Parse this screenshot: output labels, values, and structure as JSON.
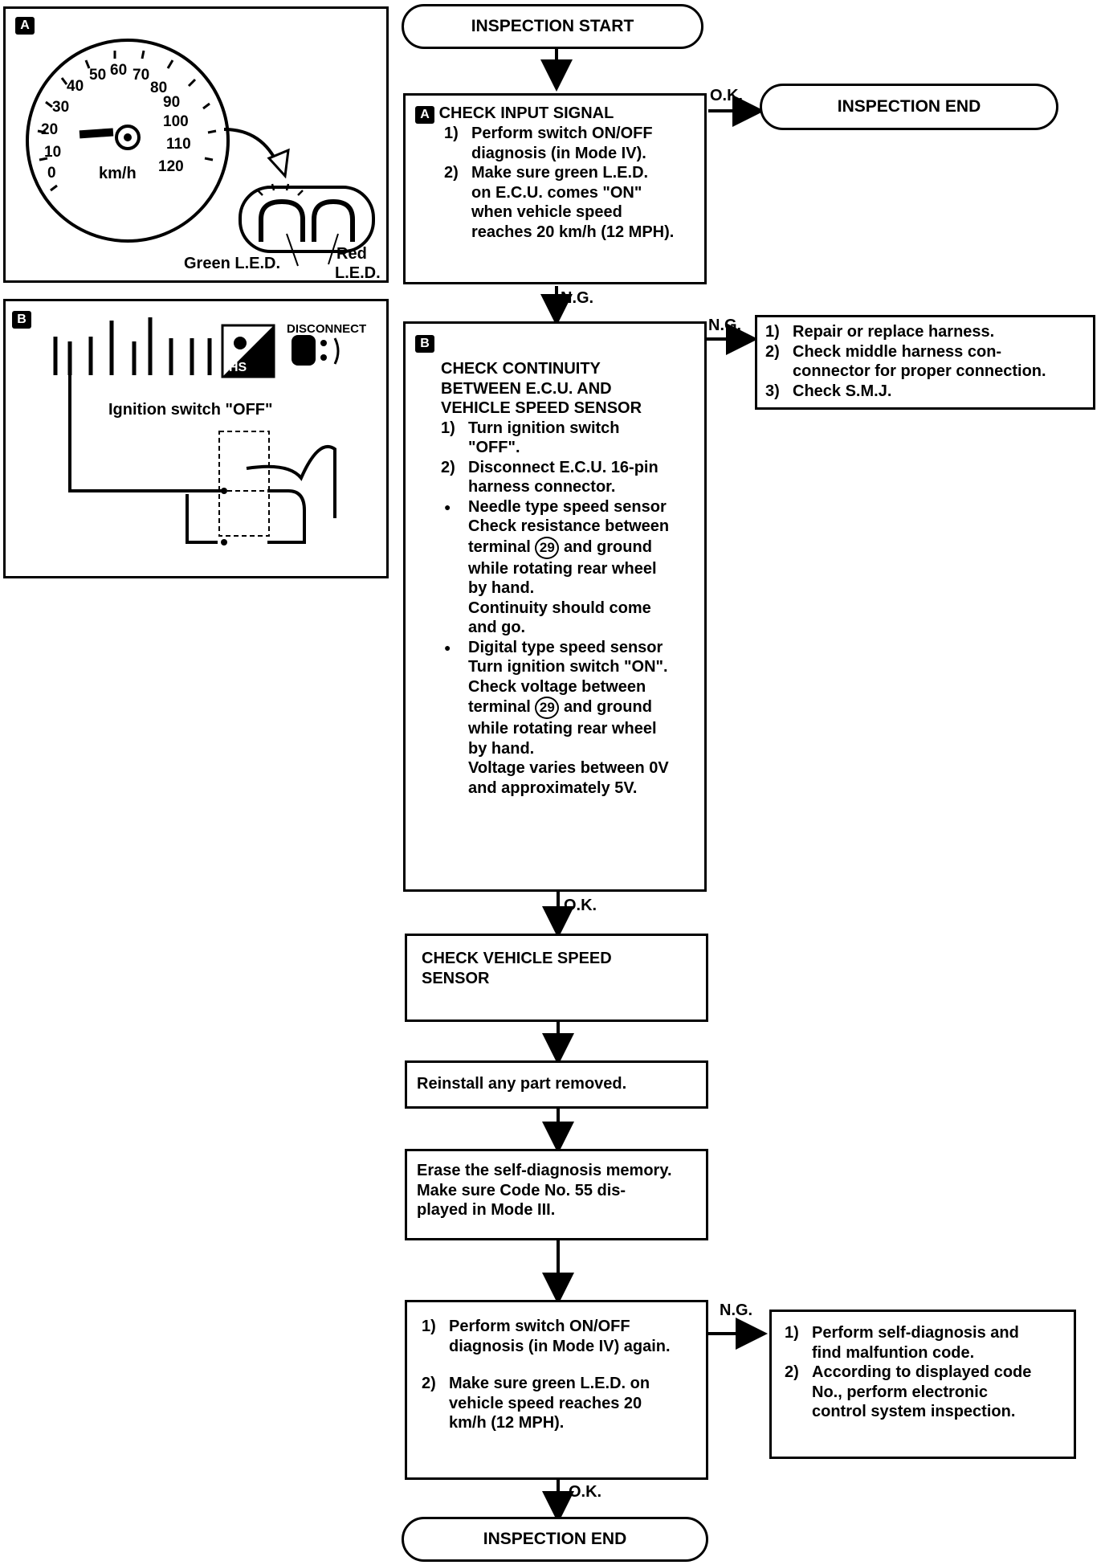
{
  "flow": {
    "start": "INSPECTION START",
    "end_top": "INSPECTION END",
    "end_bottom": "INSPECTION END",
    "ok": "O.K.",
    "ng": "N.G.",
    "step_a": {
      "badge": "A",
      "title": "CHECK INPUT SIGNAL",
      "items": [
        {
          "num": "1)",
          "lines": [
            "Perform switch ON/OFF",
            "diagnosis (in Mode IV)."
          ]
        },
        {
          "num": "2)",
          "lines": [
            "Make sure green L.E.D.",
            "on E.C.U. comes \"ON\"",
            "when vehicle speed",
            "reaches 20 km/h (12 MPH)."
          ]
        }
      ]
    },
    "step_b": {
      "badge": "B",
      "title_lines": [
        "CHECK CONTINUITY",
        "BETWEEN E.C.U. AND",
        "VEHICLE SPEED SENSOR"
      ],
      "item1": {
        "num": "1)",
        "lines": [
          "Turn ignition switch",
          " \"OFF\"."
        ]
      },
      "item2": {
        "num": "2)",
        "lines": [
          "Disconnect E.C.U. 16-pin",
          "harness connector."
        ]
      },
      "bullet1": {
        "bullet": "●",
        "line1": "Needle type speed sensor",
        "line2": "Check resistance between",
        "line3a": "terminal",
        "terminal": "29",
        "line3b": "and ground",
        "line4": "while rotating rear wheel",
        "line5": "by hand.",
        "line6": "Continuity should come",
        "line7": "and go."
      },
      "bullet2": {
        "bullet": "●",
        "line1": "Digital type speed sensor",
        "line2": "Turn ignition switch \"ON\".",
        "line3": "Check voltage between",
        "line4a": "terminal",
        "terminal": "29",
        "line4b": "and ground",
        "line5": "while rotating rear wheel",
        "line6": "by hand.",
        "line7": "Voltage varies between 0V",
        "line8": "and approximately 5V."
      }
    },
    "ng_b": [
      {
        "num": "1)",
        "lines": [
          "Repair or replace harness."
        ]
      },
      {
        "num": "2)",
        "lines": [
          "Check middle harness con-",
          "connector for proper connection."
        ]
      },
      {
        "num": "3)",
        "lines": [
          "Check S.M.J."
        ]
      }
    ],
    "check_sensor": [
      "CHECK VEHICLE SPEED",
      "SENSOR"
    ],
    "reinstall": "Reinstall any part removed.",
    "erase": [
      "Erase the self-diagnosis memory.",
      "Make sure Code No. 55 dis-",
      "played in Mode III."
    ],
    "final_check": [
      {
        "num": "1)",
        "lines": [
          "Perform switch ON/OFF",
          "diagnosis (in Mode IV) again."
        ]
      },
      {
        "num": "2)",
        "lines": [
          "Make sure green L.E.D. on",
          "vehicle speed reaches 20",
          "km/h (12 MPH)."
        ]
      }
    ],
    "final_ng": [
      {
        "num": "1)",
        "lines": [
          "Perform self-diagnosis and",
          "find malfuntion code."
        ]
      },
      {
        "num": "2)",
        "lines": [
          "According to displayed code",
          "No., perform electronic",
          "control system inspection."
        ]
      }
    ]
  },
  "panel_a": {
    "badge": "A",
    "speed_labels": [
      "0",
      "10",
      "20",
      "30",
      "40",
      "50",
      "60",
      "70",
      "80",
      "90",
      "100",
      "110",
      "120"
    ],
    "unit": "km/h",
    "green_led": "Green L.E.D.",
    "red_led_1": "Red",
    "red_led_2": "L.E.D."
  },
  "panel_b": {
    "badge": "B",
    "disconnect": "DISCONNECT",
    "hs": "HS",
    "ignition": "Ignition switch \"OFF\""
  }
}
